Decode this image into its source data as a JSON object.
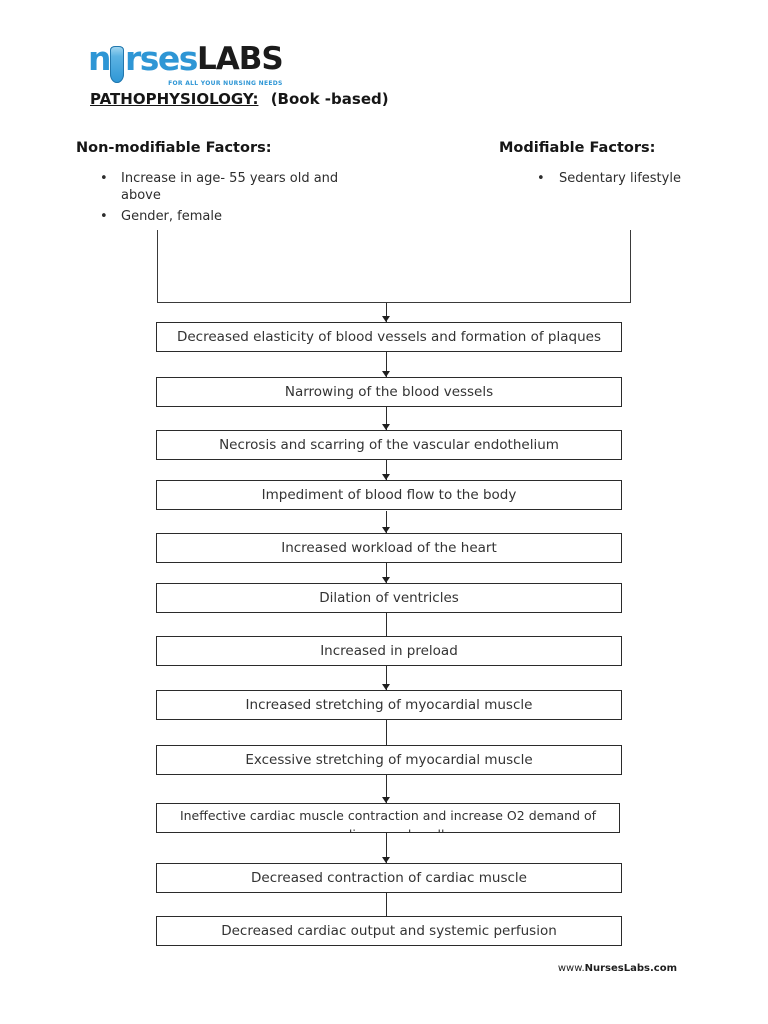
{
  "logo": {
    "brand_prefix": "n",
    "brand_middle": "rses",
    "brand_suffix": "LABS",
    "tagline": "FOR ALL YOUR NURSING NEEDS",
    "brand_blue": "#2e96d5",
    "brand_dark": "#1b1b1b"
  },
  "heading": {
    "title": "PATHOPHYSIOLOGY:",
    "subtitle": "(Book -based)"
  },
  "factors": {
    "non_modifiable": {
      "heading": "Non-modifiable Factors:",
      "items": [
        "Increase in age- 55 years old and above",
        "Gender, female"
      ]
    },
    "modifiable": {
      "heading": "Modifiable Factors:",
      "items": [
        "Sedentary lifestyle"
      ]
    }
  },
  "flowchart": {
    "boxes": [
      "Decreased elasticity of blood vessels and formation of plaques",
      "Narrowing of the blood vessels",
      "Necrosis and scarring of the vascular endothelium",
      "Impediment of blood flow to the body",
      "Increased workload of the heart",
      "Dilation of ventricles",
      "Increased in preload",
      "Increased stretching of myocardial muscle",
      "Excessive stretching of myocardial muscle",
      {
        "line1": "Ineffective cardiac muscle contraction and increase O2 demand of",
        "line2_clipped": "cardiac muscle cells"
      },
      "Decreased contraction of cardiac muscle",
      "Decreased cardiac output and systemic perfusion"
    ]
  },
  "footer": {
    "prefix": "www.",
    "brand": "NursesLabs.com"
  }
}
